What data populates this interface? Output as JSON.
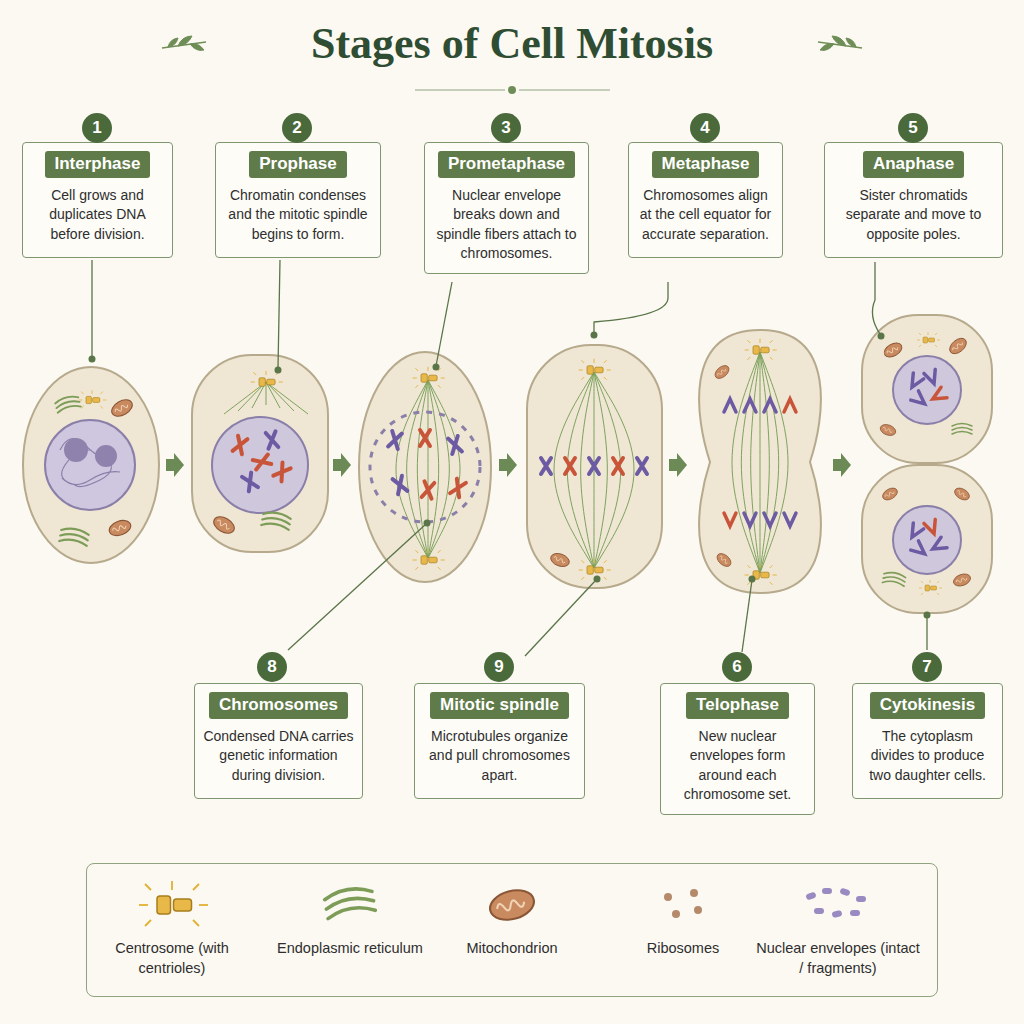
{
  "diagram": {
    "title": "Stages of Cell Mitosis",
    "nodes": [
      {
        "text": [
          "Interphase",
          "Cell grows and duplicates DNA before division."
        ]
      },
      {
        "text": [
          "Prophase",
          "Chromatin condenses and the mitotic spindle begins to form."
        ]
      },
      {
        "text": [
          "Prometaphase",
          "Nuclear envelope breaks down and spindle fibers attach to chromosomes."
        ]
      },
      {
        "text": [
          "Metaphase",
          "Chromosomes align at the cell equator for accurate separation."
        ]
      },
      {
        "text": [
          "Anaphase",
          "Sister chromatids separate and move to opposite poles."
        ]
      },
      {
        "text": [
          "Chromosomes",
          "Condensed DNA carries genetic information during division."
        ]
      },
      {
        "text": [
          "Mitotic spindle",
          "Microtubules organize and pull chromosomes apart."
        ]
      },
      {
        "text": [
          "Telophase",
          "New nuclear envelopes form around each chromosome set."
        ]
      },
      {
        "text": [
          "Cytokinesis",
          "The cytoplasm divides to produce two daughter cells."
        ]
      }
    ],
    "labels": [
      "1",
      "2",
      "3",
      "4",
      "5",
      "8",
      "9",
      "6",
      "7"
    ],
    "legend": [
      {
        "text": "Centrosome (with centrioles)"
      },
      {
        "text": "Endoplasmic reticulum"
      },
      {
        "text": "Mitochondrion"
      },
      {
        "text": "Ribosomes"
      },
      {
        "text": "Nuclear envelopes (intact / fragments)"
      }
    ]
  }
}
